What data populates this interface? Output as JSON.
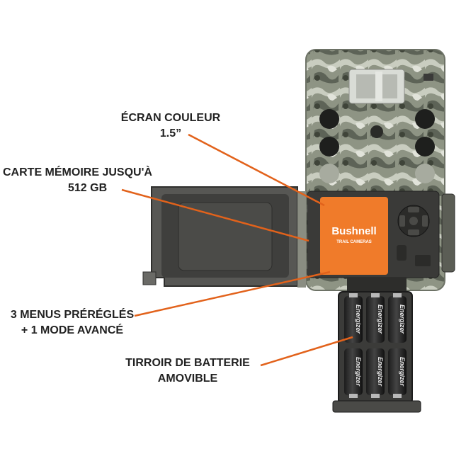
{
  "callouts": {
    "screen": {
      "line1": "ÉCRAN COULEUR",
      "line2": "1.5”"
    },
    "memory": {
      "line1": "CARTE MÉMOIRE JUSQU'À",
      "line2": "512 GB"
    },
    "menus": {
      "line1": "3 MENUS PRÉRÉGLÉS",
      "line2": "+ 1 MODE AVANCÉ"
    },
    "battery": {
      "line1": "TIRROIR DE BATTERIE",
      "line2": "AMOVIBLE"
    }
  },
  "product": {
    "brand": "Bushnell",
    "subbrand": "TRAIL CAMERAS",
    "battery_brand": "Energizer"
  },
  "colors": {
    "callout_line": "#e2621b",
    "brand_orange": "#f07b2a",
    "camo_base": "#8c9282",
    "housing_dark": "#3a3a38"
  }
}
